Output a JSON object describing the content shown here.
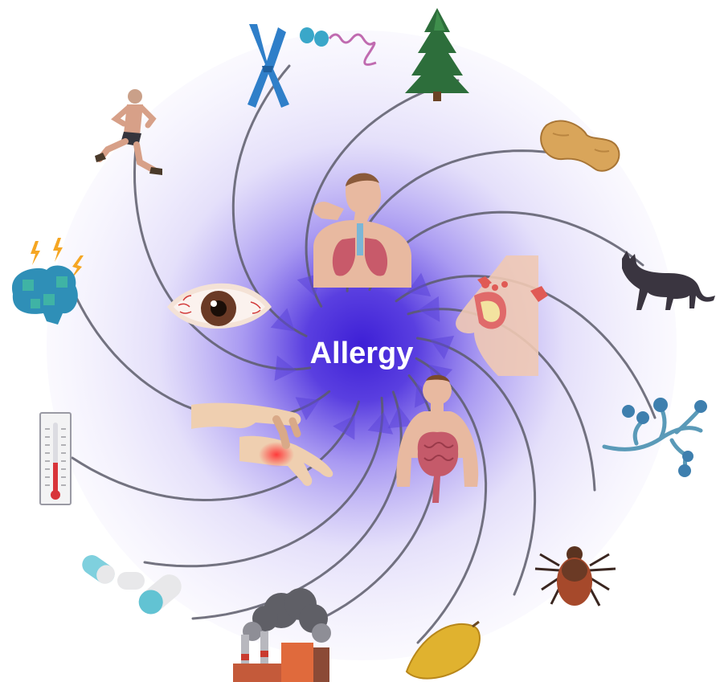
{
  "title": "Allergy",
  "colors": {
    "core": "#3d1fd6",
    "glow": "#8f7cf2",
    "halo": "#e9e4fb",
    "arrow": "#5a5a66",
    "label": "#ffffff"
  },
  "triggers": [
    {
      "name": "genetics",
      "icon": "chromosome-dna-icon"
    },
    {
      "name": "pollen",
      "icon": "pine-tree-icon"
    },
    {
      "name": "peanut",
      "icon": "peanut-icon"
    },
    {
      "name": "pet",
      "icon": "cat-icon"
    },
    {
      "name": "mold",
      "icon": "mold-spores-icon"
    },
    {
      "name": "tick",
      "icon": "tick-icon"
    },
    {
      "name": "fruit",
      "icon": "mango-icon"
    },
    {
      "name": "pollution",
      "icon": "factory-smoke-icon"
    },
    {
      "name": "medication",
      "icon": "capsules-icon"
    },
    {
      "name": "temperature",
      "icon": "thermometer-icon"
    },
    {
      "name": "stress",
      "icon": "brain-puzzle-icon"
    },
    {
      "name": "exercise",
      "icon": "runner-icon"
    }
  ],
  "symptoms": [
    {
      "name": "respiratory",
      "icon": "coughing-lungs-icon"
    },
    {
      "name": "nasal",
      "icon": "nose-sinus-icon"
    },
    {
      "name": "gastrointestinal",
      "icon": "intestine-icon"
    },
    {
      "name": "skin",
      "icon": "itchy-hand-icon"
    },
    {
      "name": "eye",
      "icon": "red-eye-icon"
    }
  ]
}
